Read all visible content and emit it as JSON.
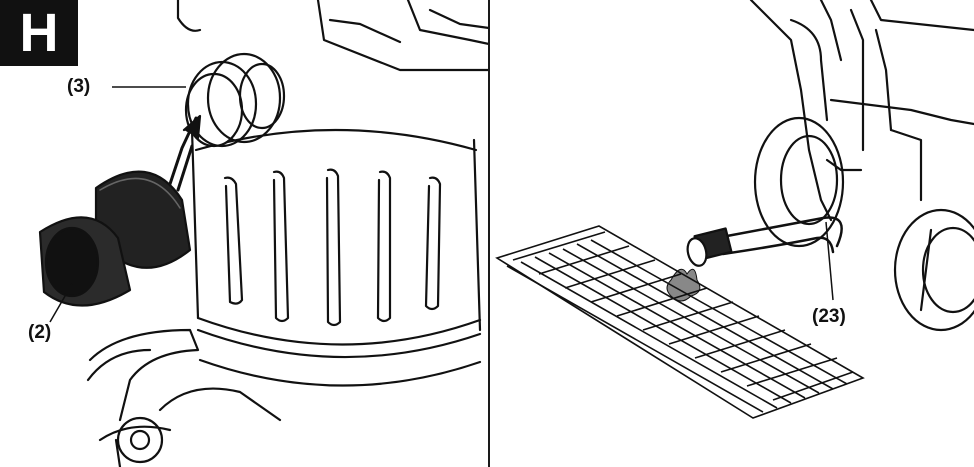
{
  "figure": {
    "badge_letter": "H",
    "callouts": {
      "part_3": "(3)",
      "part_2": "(2)",
      "part_23": "(23)"
    }
  }
}
